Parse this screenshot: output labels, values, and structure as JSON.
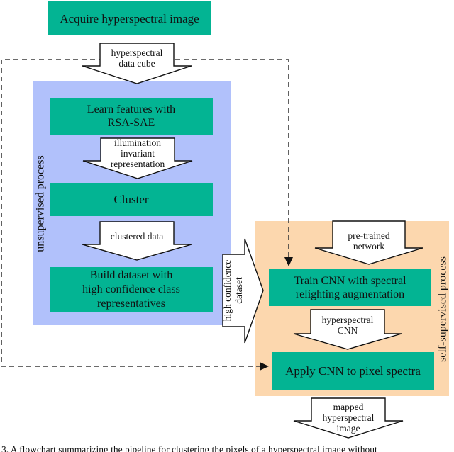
{
  "figure": {
    "caption": "3.  A flowchart summarizing the pipeline for clustering the pixels of a hyperspectral image without"
  },
  "colors": {
    "box_green": "#03b493",
    "region_blue": "#b1c1fb",
    "region_orange": "#fcd7ae"
  },
  "regions": {
    "unsupervised": {
      "label": "unsupervised process"
    },
    "self_supervised": {
      "label": "self-supervised process"
    }
  },
  "boxes": {
    "acquire": "Acquire hyperspectral image",
    "learn": "Learn features with\nRSA-SAE",
    "cluster": "Cluster",
    "build": "Build dataset with\nhigh confidence class\nrepresentatives",
    "train": "Train CNN with spectral\nrelighting augmentation",
    "apply": "Apply CNN to pixel spectra"
  },
  "arrow_labels": {
    "data_cube": "hyperspectral\ndata cube",
    "illumination": "illumination\ninvariant\nrepresentation",
    "clustered": "clustered data",
    "high_confidence": "high confidence\ndataset",
    "pretrained": "pre-trained\nnetwork",
    "hyperspectral_cnn": "hyperspectral\nCNN",
    "mapped": "mapped\nhyperspectral\nimage"
  }
}
